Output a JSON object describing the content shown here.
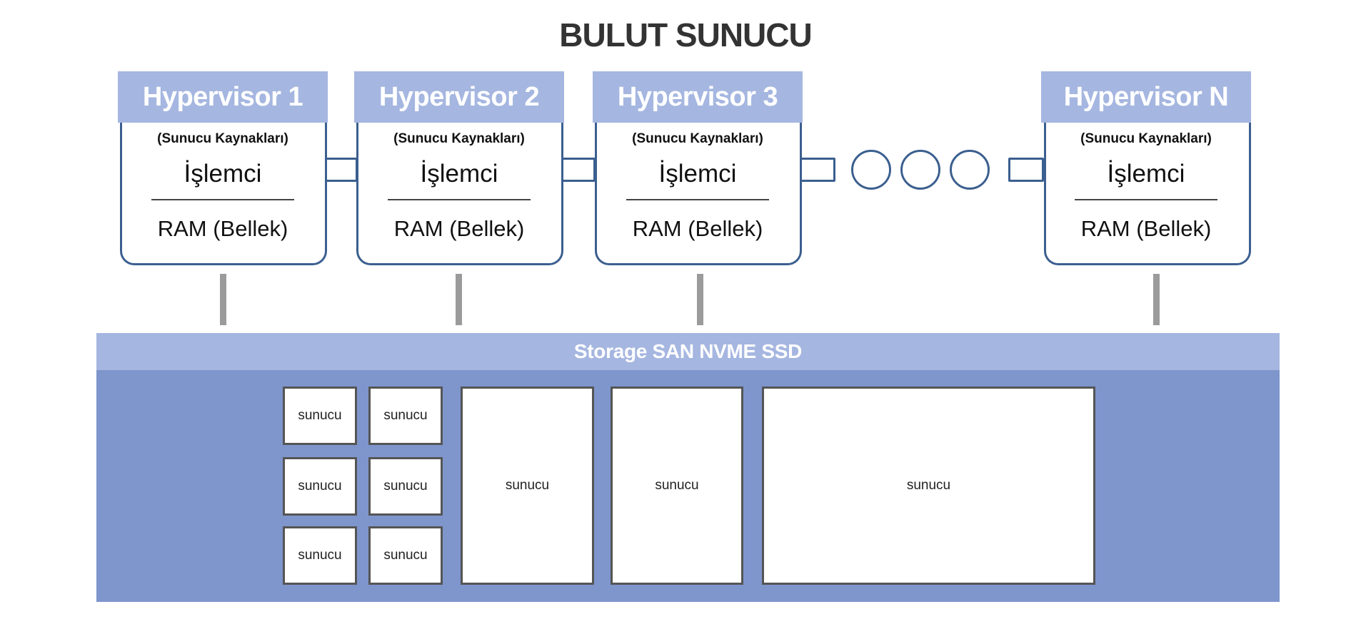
{
  "title": "BULUT SUNUCU",
  "hypervisors": [
    {
      "name": "Hypervisor 1",
      "sub": "(Sunucu Kaynakları)",
      "cpu": "İşlemci",
      "ram": "RAM (Bellek)"
    },
    {
      "name": "Hypervisor 2",
      "sub": "(Sunucu Kaynakları)",
      "cpu": "İşlemci",
      "ram": "RAM (Bellek)"
    },
    {
      "name": "Hypervisor 3",
      "sub": "(Sunucu Kaynakları)",
      "cpu": "İşlemci",
      "ram": "RAM (Bellek)"
    },
    {
      "name": "Hypervisor N",
      "sub": "(Sunucu Kaynakları)",
      "cpu": "İşlemci",
      "ram": "RAM (Bellek)"
    }
  ],
  "storage": {
    "label": "Storage SAN NVME SSD",
    "servers": [
      "sunucu",
      "sunucu",
      "sunucu",
      "sunucu",
      "sunucu",
      "sunucu",
      "sunucu",
      "sunucu",
      "sunucu"
    ]
  },
  "colors": {
    "header_fill": "#a5b6e0",
    "storage_fill": "#7e96cc",
    "outline": "#3b5f8f",
    "link_line": "#9b9b9b"
  }
}
